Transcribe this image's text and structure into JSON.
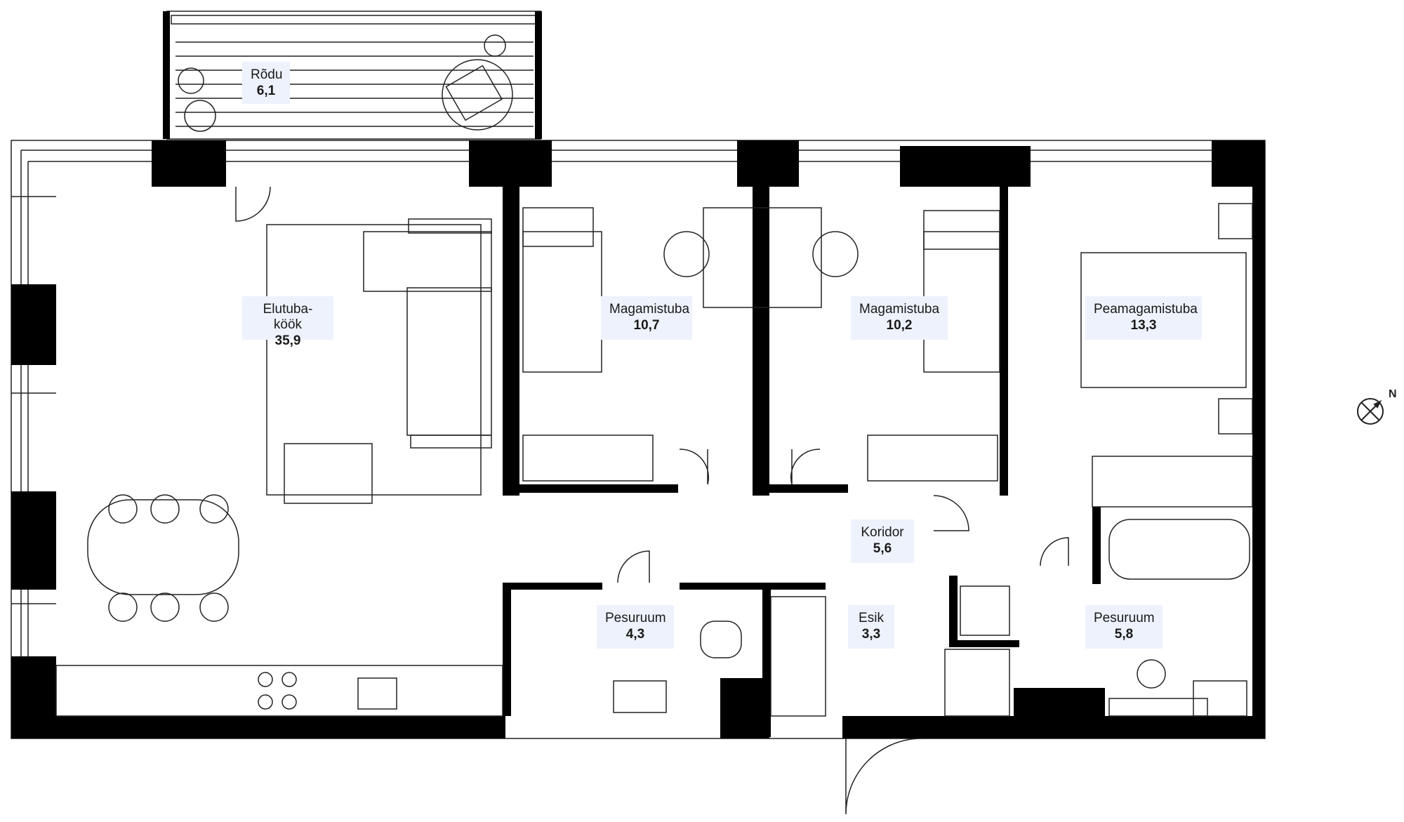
{
  "rooms": [
    {
      "name": "Rõdu",
      "area": "6,1"
    },
    {
      "name": "Elutuba-köök",
      "area": "35,9"
    },
    {
      "name": "Magamistuba",
      "area": "10,7"
    },
    {
      "name": "Magamistuba",
      "area": "10,2"
    },
    {
      "name": "Peamagamistuba",
      "area": "13,3"
    },
    {
      "name": "Koridor",
      "area": "5,6"
    },
    {
      "name": "Pesuruum",
      "area": "4,3"
    },
    {
      "name": "Esik",
      "area": "3,3"
    },
    {
      "name": "Pesuruum",
      "area": "5,8"
    }
  ],
  "compass": {
    "label": "N"
  },
  "colors": {
    "wall": "#000000",
    "line": "#222222",
    "label_bg": "#eef2fd",
    "text": "#1a1a1a"
  }
}
